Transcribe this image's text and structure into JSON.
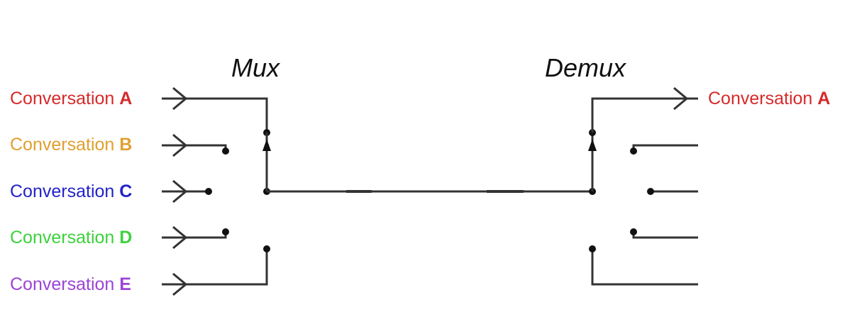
{
  "titles": {
    "mux": "Mux",
    "demux": "Demux"
  },
  "inputs": [
    {
      "prefix": "Conversation ",
      "letter": "A",
      "color": "#d62a2a"
    },
    {
      "prefix": "Conversation ",
      "letter": "B",
      "color": "#e0a030"
    },
    {
      "prefix": "Conversation ",
      "letter": "C",
      "color": "#2323c8"
    },
    {
      "prefix": "Conversation ",
      "letter": "D",
      "color": "#3cd23c"
    },
    {
      "prefix": "Conversation ",
      "letter": "E",
      "color": "#9b44d6"
    }
  ],
  "output": {
    "prefix": "Conversation ",
    "letter": "A",
    "color": "#d62a2a"
  }
}
